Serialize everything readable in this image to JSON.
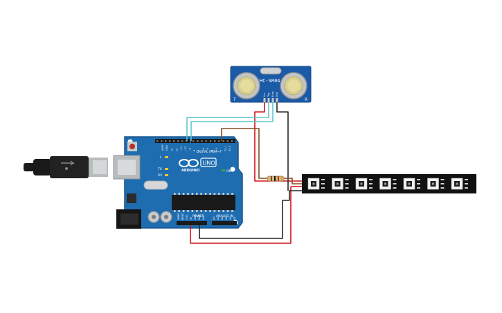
{
  "sensor": {
    "model": "HC-SR04",
    "pin_labels": [
      "Vcc",
      "Trig",
      "Echo",
      "Gnd"
    ],
    "corner_left": "T",
    "corner_right": "R"
  },
  "arduino": {
    "logo_text": "ARDUINO",
    "model_badge": "UNO",
    "digital_header": "DIGITAL (PWM~)",
    "power_header": "POWER",
    "analog_header": "ANALOG IN",
    "aref": "AREF",
    "gnd": "GND",
    "digital_pins": [
      "13",
      "12",
      "~11",
      "~10",
      "~9",
      "8",
      "7",
      "~6",
      "~5",
      "4",
      "~3",
      "2",
      "TX 1",
      "RX 0"
    ],
    "power_pins": [
      "IOREF",
      "RESET",
      "3.3V",
      "5V",
      "GND",
      "GND",
      "Vin"
    ],
    "analog_pins": [
      "A0",
      "A1",
      "A2",
      "A3",
      "A4",
      "A5"
    ],
    "led_labels": [
      "L",
      "TX",
      "RX"
    ],
    "on_label": "ON"
  },
  "led_strip": {
    "pixel_count": 7
  },
  "colors": {
    "board": "#1f6db1",
    "board_dark": "#17558c",
    "sensor_board": "#1b5aa6",
    "wire_red": "#d0101c",
    "wire_black": "#262626",
    "wire_cyan": "#5bc6d0",
    "wire_brown": "#8a4a1c"
  }
}
